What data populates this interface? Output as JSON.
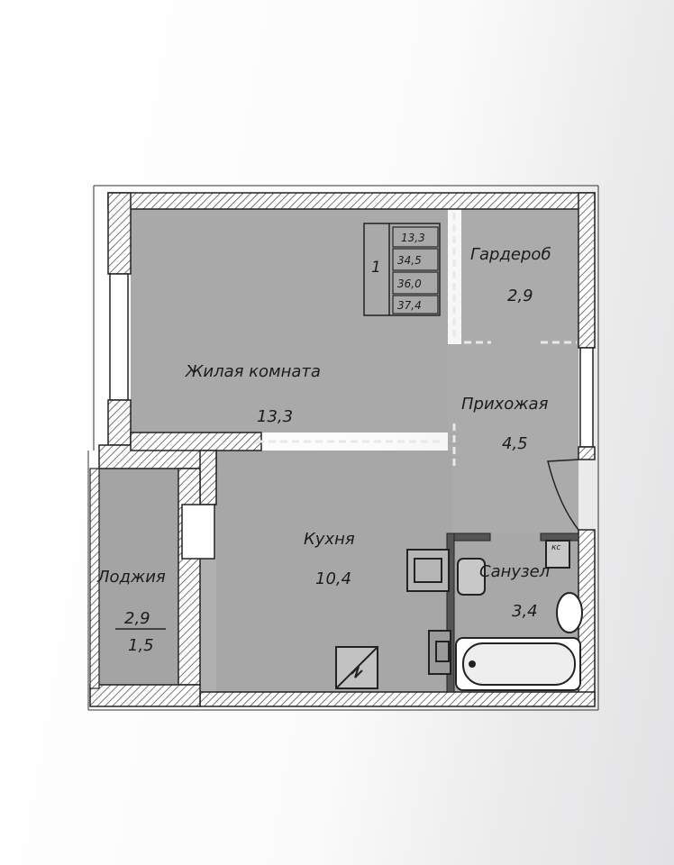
{
  "plan": {
    "apartment_number": "1",
    "summary_values": [
      "13,3",
      "34,5",
      "36,0",
      "37,4"
    ],
    "rooms": [
      {
        "id": "living",
        "name": "Жилая комната",
        "area": "13,3"
      },
      {
        "id": "wardrobe",
        "name": "Гардероб",
        "area": "2,9"
      },
      {
        "id": "hallway",
        "name": "Прихожая",
        "area": "4,5"
      },
      {
        "id": "kitchen",
        "name": "Кухня",
        "area": "10,4"
      },
      {
        "id": "bathroom",
        "name": "Санузел",
        "area": "3,4"
      },
      {
        "id": "loggia",
        "name": "Лоджия",
        "area_full": "2,9",
        "area_reduced": "1,5"
      }
    ],
    "riser_label": "кс"
  }
}
